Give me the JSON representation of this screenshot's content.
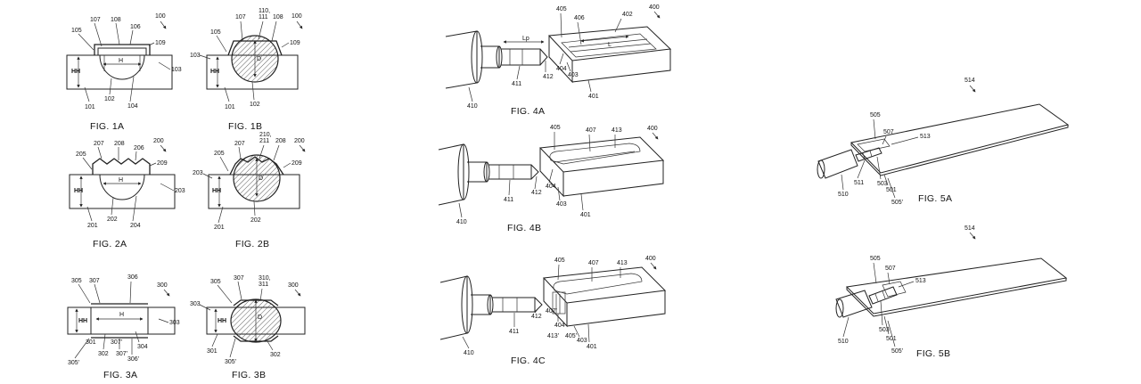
{
  "figures": {
    "fig1a": {
      "caption": "FIG. 1A",
      "refs": {
        "r100": "100",
        "r101": "101",
        "r102": "102",
        "r103": "103",
        "r104": "104",
        "r105": "105",
        "r106": "106",
        "r107": "107",
        "r108": "108",
        "r109": "109",
        "H": "H",
        "HH": "HH"
      }
    },
    "fig1b": {
      "caption": "FIG. 1B",
      "refs": {
        "r100": "100",
        "r101": "101",
        "r102": "102",
        "r103": "103",
        "r105": "105",
        "r107": "107",
        "r108": "108",
        "r109": "109",
        "r110": "110,",
        "r111": "111",
        "D": "D",
        "HH": "HH"
      }
    },
    "fig2a": {
      "caption": "FIG. 2A",
      "refs": {
        "r200": "200",
        "r201": "201",
        "r202": "202",
        "r203": "203",
        "r204": "204",
        "r205": "205",
        "r206": "206",
        "r207": "207",
        "r208": "208",
        "r209": "209",
        "H": "H",
        "HH": "HH"
      }
    },
    "fig2b": {
      "caption": "FIG. 2B",
      "refs": {
        "r200": "200",
        "r201": "201",
        "r202": "202",
        "r203": "203",
        "r205": "205",
        "r207": "207",
        "r208": "208",
        "r209": "209",
        "r210": "210,",
        "r211": "211",
        "D": "D",
        "HH": "HH"
      }
    },
    "fig3a": {
      "caption": "FIG. 3A",
      "refs": {
        "r300": "300",
        "r301": "301",
        "r302": "302",
        "r303": "303",
        "r304": "304",
        "r305": "305",
        "r305p": "305'",
        "r306": "306",
        "r306p": "306'",
        "r307": "307",
        "r307p": "307'",
        "H": "H",
        "HH": "HH"
      }
    },
    "fig3b": {
      "caption": "FIG. 3B",
      "refs": {
        "r300": "300",
        "r301": "301",
        "r302": "302",
        "r303": "303",
        "r305": "305",
        "r305p": "305'",
        "r307": "307",
        "r310": "310,",
        "r311": "311",
        "D": "D",
        "HH": "HH"
      }
    },
    "fig4a": {
      "caption": "FIG. 4A",
      "refs": {
        "r400": "400",
        "r401": "401",
        "r402": "402",
        "r403": "403",
        "r404": "404",
        "r405": "405",
        "r406": "406",
        "r410": "410",
        "r411": "411",
        "r412": "412",
        "Lp": "Lp",
        "L": "L"
      }
    },
    "fig4b": {
      "caption": "FIG. 4B",
      "refs": {
        "r400": "400",
        "r401": "401",
        "r403": "403",
        "r404": "404",
        "r405": "405",
        "r407": "407",
        "r410": "410",
        "r411": "411",
        "r412": "412",
        "r413": "413"
      }
    },
    "fig4c": {
      "caption": "FIG. 4C",
      "refs": {
        "r400": "400",
        "r401": "401",
        "r403": "403",
        "r404": "404",
        "r405": "405",
        "r405p": "405'",
        "r407": "407",
        "r407p": "407'",
        "r410": "410",
        "r411": "411",
        "r412": "412",
        "r413": "413",
        "r413p": "413'"
      }
    },
    "fig5a": {
      "caption": "FIG. 5A",
      "refs": {
        "r501": "501",
        "r503": "503",
        "r505": "505",
        "r505p": "505'",
        "r507": "507",
        "r510": "510",
        "r511": "511",
        "r513": "513",
        "r514": "514"
      }
    },
    "fig5b": {
      "caption": "FIG. 5B",
      "refs": {
        "r501": "501",
        "r503": "503",
        "r505": "505",
        "r505p": "505'",
        "r507": "507",
        "r510": "510",
        "r513": "513",
        "r514": "514"
      }
    }
  }
}
